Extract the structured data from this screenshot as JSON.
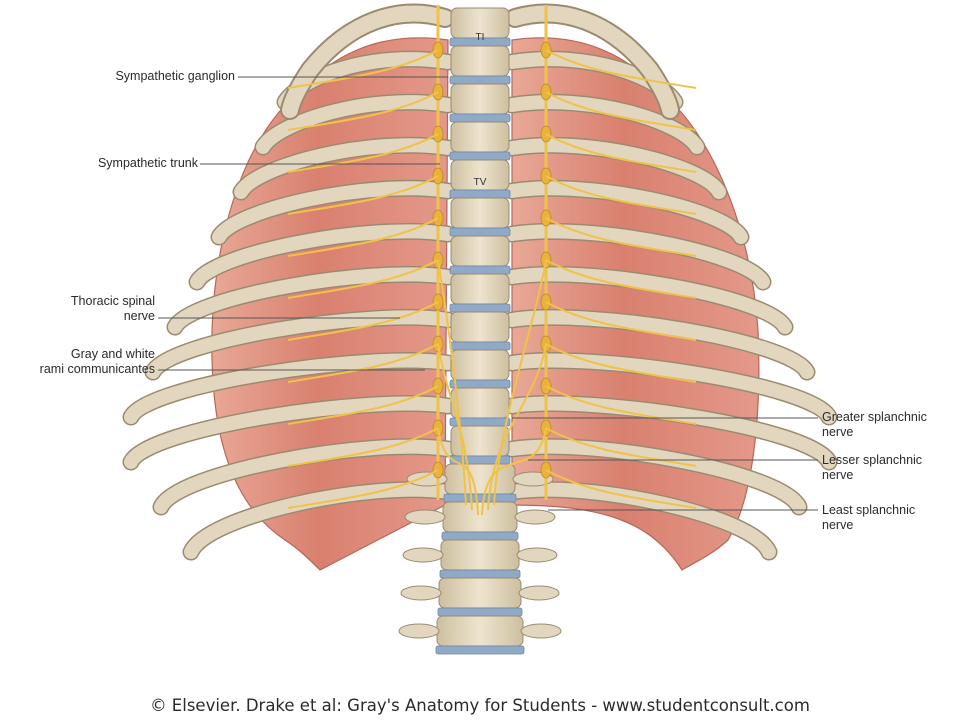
{
  "labels": {
    "sympathetic_ganglion": "Sympathetic ganglion",
    "sympathetic_trunk": "Sympathetic trunk",
    "thoracic_spinal_nerve": [
      "Thoracic spinal",
      "nerve"
    ],
    "gray_white_rami": [
      "Gray and white",
      "rami communicantes"
    ],
    "greater_splanchnic": [
      "Greater splanchnic",
      "nerve"
    ],
    "lesser_splanchnic": [
      "Lesser splanchnic",
      "nerve"
    ],
    "least_splanchnic": [
      "Least splanchnic",
      "nerve"
    ]
  },
  "vertebra_labels": {
    "t1": "TI",
    "t5": "TV"
  },
  "caption": "© Elsevier. Drake et al: Gray's Anatomy for Students - www.studentconsult.com",
  "colors": {
    "muscle": "#d9806f",
    "muscle_light": "#eab09f",
    "rib": "#e2d6bf",
    "rib_outline": "#9a8b70",
    "disc": "#8fa9c7",
    "nerve": "#f0c24a",
    "leader": "#555555"
  }
}
